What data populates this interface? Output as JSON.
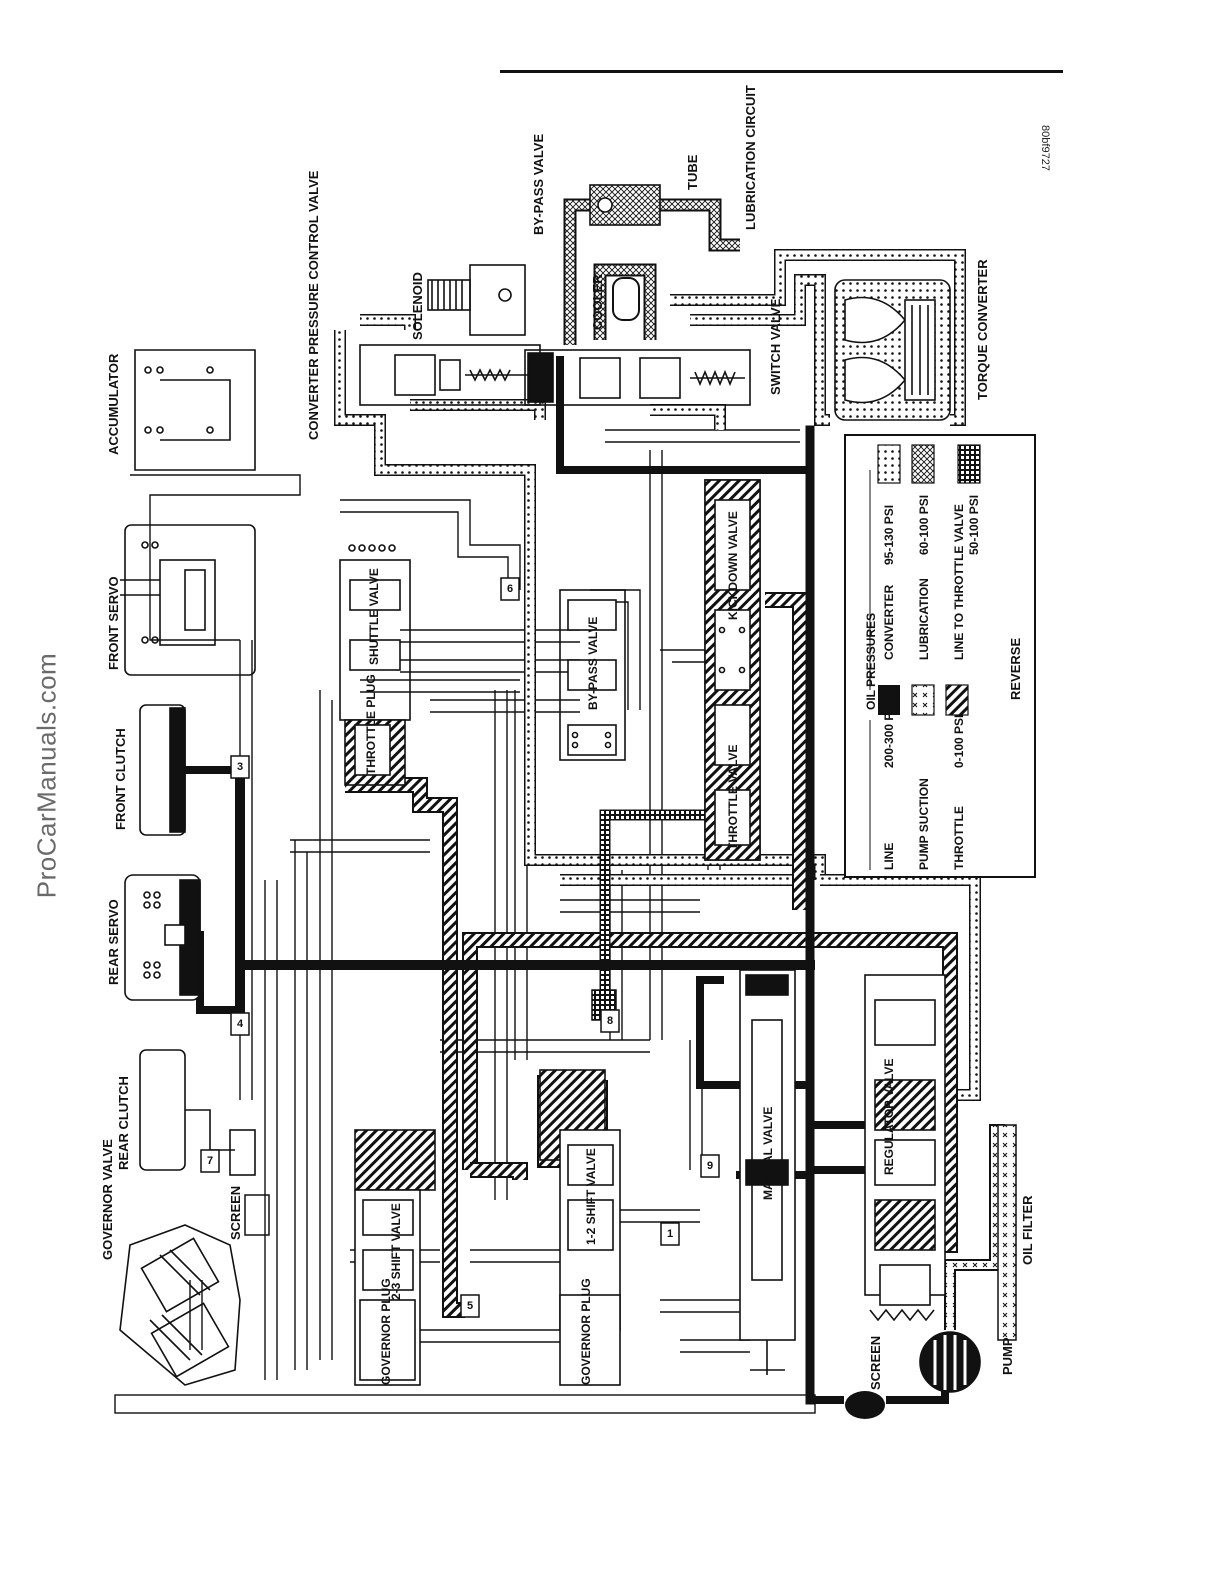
{
  "watermark": "ProCarManuals.com",
  "figure_id": "80bf9727",
  "labels": {
    "governor_valve": "GOVERNOR VALVE",
    "screen_upper": "SCREEN",
    "rear_clutch": "REAR CLUTCH",
    "rear_servo": "REAR SERVO",
    "front_clutch": "FRONT CLUTCH",
    "front_servo": "FRONT SERVO",
    "accumulator": "ACCUMULATOR",
    "converter_pressure_control_valve": "CONVERTER PRESSURE CONTROL VALVE",
    "solenoid": "SOLENOID",
    "by_pass_valve_top": "BY-PASS VALVE",
    "tube": "TUBE",
    "lubrication_circuit": "LUBRICATION CIRCUIT",
    "cooler": "COOLER",
    "switch_valve": "SWITCH VALVE",
    "torque_converter": "TORQUE CONVERTER",
    "shuttle_valve": "SHUTTLE VALVE",
    "by_pass_valve": "BY-PASS VALVE",
    "throttle_plug": "THROTTLE PLUG",
    "kickdown_valve": "KICKDOWN VALVE",
    "throttle_valve": "THROTTLE VALVE",
    "shift_valve_23": "2-3 SHIFT VALVE",
    "governor_plug_1": "GOVERNOR PLUG",
    "shift_valve_12": "1-2 SHIFT VALVE",
    "governor_plug_2": "GOVERNOR PLUG",
    "manual_valve": "MANUAL VALVE",
    "regulator_valve": "REGULATOR VALVE",
    "oil_filter": "OIL FILTER",
    "pump": "PUMP",
    "screen_lower": "SCREEN"
  },
  "circuit_numbers": [
    "1",
    "3",
    "4",
    "5",
    "6",
    "7",
    "8",
    "9"
  ],
  "legend": {
    "title": "OIL PRESSURES",
    "entries": [
      {
        "name": "LINE",
        "pressure": "200-300 PSI"
      },
      {
        "name": "PUMP SUCTION",
        "pressure": ""
      },
      {
        "name": "THROTTLE",
        "pressure": "0-100 PSI"
      },
      {
        "name": "CONVERTER",
        "pressure": "95-130 PSI"
      },
      {
        "name": "LUBRICATION",
        "pressure": "60-100 PSI"
      },
      {
        "name": "LINE TO THROTTLE VALVE",
        "pressure": "50-100 PSI"
      }
    ],
    "mode": "REVERSE"
  },
  "colors": {
    "ink": "#111111",
    "paper": "#ffffff",
    "watermark": "#6a6a6a"
  }
}
